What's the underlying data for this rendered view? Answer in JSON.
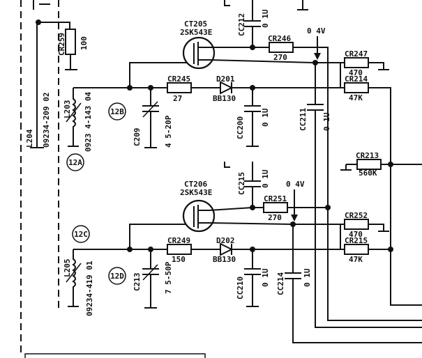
{
  "title_block": {
    "box": ""
  },
  "components": {
    "ct205": {
      "ref": "CT205",
      "part": "2SK543E"
    },
    "ct206": {
      "ref": "CT206",
      "part": "2SK543E"
    },
    "cc212": {
      "ref": "CC212",
      "value": "0 1U"
    },
    "cc215": {
      "ref": "CC215",
      "value": "0 1U"
    },
    "cc200": {
      "ref": "CC200",
      "value": "0 1U"
    },
    "cc210": {
      "ref": "CC210",
      "value": "0 1U"
    },
    "cc211": {
      "ref": "CC211",
      "value": "0 1U"
    },
    "cc214": {
      "ref": "CC214",
      "value": "0 1U"
    },
    "cr246": {
      "ref": "CR246",
      "value": "270"
    },
    "cr251": {
      "ref": "CR251",
      "value": "270"
    },
    "cr247": {
      "ref": "CR247",
      "value": "470"
    },
    "cr252": {
      "ref": "CR252",
      "value": "470"
    },
    "cr214": {
      "ref": "CR214",
      "value": "47K"
    },
    "cr215": {
      "ref": "CR215",
      "value": "47K"
    },
    "cr213": {
      "ref": "CR213",
      "value": "560K"
    },
    "cr245": {
      "ref": "CR245",
      "value": "27"
    },
    "cr249": {
      "ref": "CR249",
      "value": "150"
    },
    "cr259": {
      "ref": "CR259",
      "value": "100"
    },
    "d201": {
      "ref": "D201",
      "part": "BB130"
    },
    "d202": {
      "ref": "D202",
      "part": "BB130"
    },
    "c209": {
      "ref": "C209",
      "value": "4 5-20P"
    },
    "c213": {
      "ref": "C213",
      "value": "7 5-50P"
    },
    "l203": {
      "ref": "L203",
      "part": "0923 4-143 04"
    },
    "l204": {
      "ref": "L204",
      "part": "09234-209 02"
    },
    "l205": {
      "ref": "L205",
      "part": "09234-419 01"
    }
  },
  "voltages": {
    "top": "0 4V",
    "bottom": "0 4V"
  },
  "test_points": [
    "12B",
    "12A",
    "12C",
    "12D"
  ]
}
